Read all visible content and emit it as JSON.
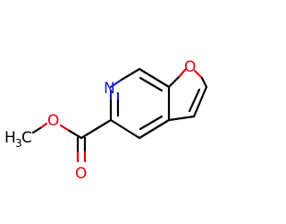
{
  "molecule": {
    "atoms": {
      "n_label": "N",
      "o_ring_label": "O",
      "o_ester_label": "O",
      "o_carbonyl_label": "O",
      "methyl_h": "H",
      "methyl_sub": "3",
      "methyl_c": "C"
    },
    "colors": {
      "bond": "#000000",
      "nitrogen": "#1a1adc",
      "oxygen": "#e8000b",
      "carbon_label": "#000000"
    }
  }
}
